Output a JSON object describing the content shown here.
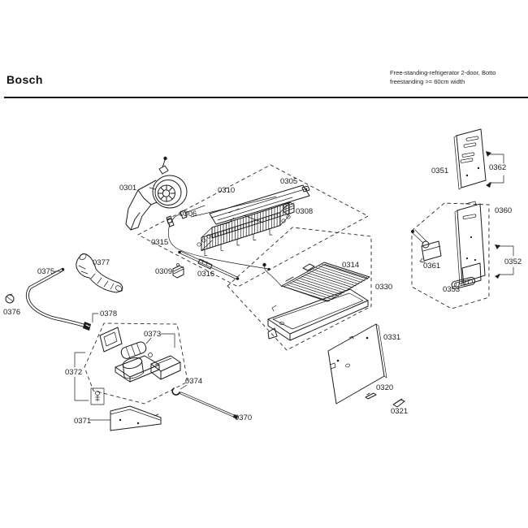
{
  "header": {
    "brand": "Bosch",
    "model_line1": "Free-standing-refrigerator 2-door, Botto",
    "model_line2": "freestanding >= 60cm width"
  },
  "colors": {
    "ink": "#1c1c1c",
    "background": "#ffffff"
  },
  "parts": {
    "0301": "0301",
    "0305": "0305",
    "0306": "0306",
    "0308": "0308",
    "0309": "0309",
    "0310": "0310",
    "0314": "0314",
    "0315": "0315",
    "0316": "0316",
    "0320": "0320",
    "0321": "0321",
    "0330": "0330",
    "0331": "0331",
    "0351": "0351",
    "0352": "0352",
    "0353": "0353",
    "0360": "0360",
    "0361": "0361",
    "0362": "0362",
    "0370": "0370",
    "0371": "0371",
    "0372": "0372",
    "0373": "0373",
    "0374": "0374",
    "0375": "0375",
    "0376": "0376",
    "0377": "0377",
    "0378": "0378"
  }
}
